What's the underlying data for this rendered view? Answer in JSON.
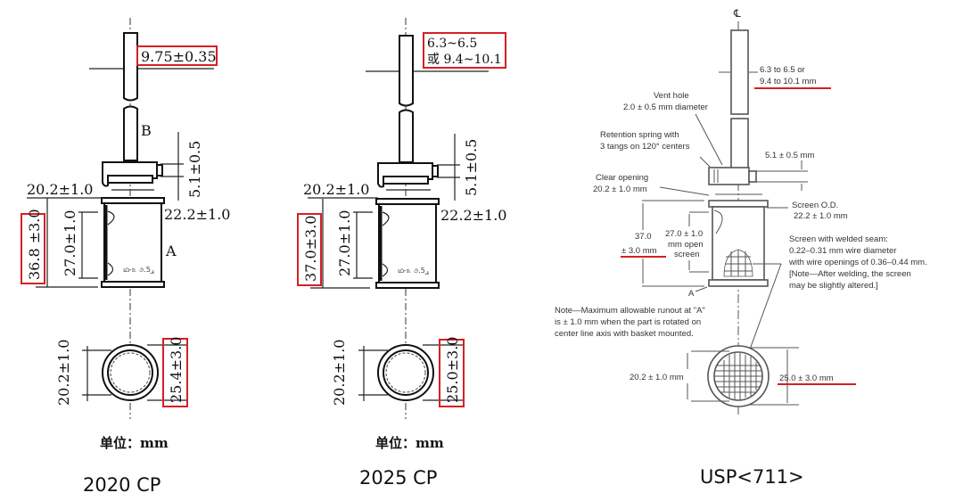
{
  "panels": [
    {
      "caption": "2020 CP",
      "unit_label": "单位：mm",
      "labels": {
        "rod_diameter": "9.75±0.35",
        "point_b": "B",
        "point_a": "A",
        "spring_height": "5.1±0.5",
        "clear_opening": "20.2±1.0",
        "screen_od": "22.2±1.0",
        "open_screen": "27.0±1.0",
        "basket_height": "36.8 ±3.0",
        "inner_diameter": "20.2±1.0",
        "outer_diameter": "25.4±3.0"
      }
    },
    {
      "caption": "2025 CP",
      "unit_label": "单位：mm",
      "labels": {
        "rod_diameter_line1": "6.3~6.5",
        "rod_diameter_line2": "或  9.4~10.1",
        "spring_height": "5.1±0.5",
        "clear_opening": "20.2±1.0",
        "screen_od": "22.2±1.0",
        "open_screen": "27.0±1.0",
        "basket_height": "37.0±3.0",
        "inner_diameter": "20.2±1.0",
        "outer_diameter": "25.0±3.0"
      }
    },
    {
      "caption": "USP<711>",
      "labels": {
        "centerline": "℄",
        "rod_diameter_line1": "6.3 to 6.5 or",
        "rod_diameter_line2": "9.4 to 10.1 mm",
        "vent_hole_line1": "Vent hole",
        "vent_hole_line2": "2.0 ± 0.5 mm diameter",
        "retention_line1": "Retention spring with",
        "retention_line2": "3 tangs on 120° centers",
        "spring_height": "5.1 ± 0.5 mm",
        "clear_opening_line1": "Clear opening",
        "clear_opening_line2": "20.2 ± 1.0 mm",
        "screen_od_line1": "Screen O.D.",
        "screen_od_line2": "22.2 ± 1.0 mm",
        "basket_height_line1": "37.0",
        "basket_height_line2": "± 3.0 mm",
        "open_screen_line1": "27.0 ± 1.0",
        "open_screen_line2": "mm open",
        "open_screen_line3": "screen",
        "screen_note_line1": "Screen with welded seam:",
        "screen_note_line2": "0.22–0.31 mm wire diameter",
        "screen_note_line3": "with wire openings of 0.36–0.44 mm.",
        "screen_note_line4": "[Note—After welding, the screen",
        "screen_note_line5": "may be slightly altered.]",
        "point_a": "A",
        "runout_note_line1": "Note—Maximum allowable runout at \"A\"",
        "runout_note_line2": "is ± 1.0 mm when the part is rotated on",
        "runout_note_line3": "center line axis with basket mounted.",
        "inner_diameter": "20.2 ± 1.0 mm",
        "outer_diameter": "25.0 ± 3.0 mm"
      }
    }
  ],
  "highlight_color": "#d61f26"
}
